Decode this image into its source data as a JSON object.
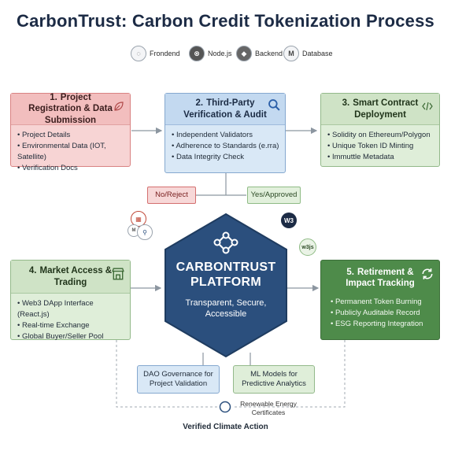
{
  "title": "CarbonTrust: Carbon Credit Tokenization Process",
  "legend": [
    {
      "icon": "frontend-icon",
      "label": "Frondend"
    },
    {
      "icon": "nodejs-icon",
      "label": "Node.js"
    },
    {
      "icon": "backend-icon",
      "label": "Backend"
    },
    {
      "icon": "database-icon",
      "label": "Database"
    }
  ],
  "steps": {
    "s1": {
      "num": "1.",
      "title": "Project Registration & Data Submission",
      "items": [
        "Project Details",
        "Environmental Data (IOT, Satellite)",
        "Verification Docs"
      ]
    },
    "s2": {
      "num": "2.",
      "title": "Third-Party Verification & Audit",
      "items": [
        "Independent Validators",
        "Adherence to Standards (e.rra)",
        "Data Integrity Check"
      ]
    },
    "s3": {
      "num": "3.",
      "title": "Smart Contract Deployment",
      "items": [
        "Solidity on Ethereum/Polygon",
        "Unique Token ID Minting",
        "Immuttle Metadata"
      ]
    },
    "s4": {
      "num": "4.",
      "title": "Market Access & Trading",
      "items": [
        "Web3 DApp Interface (React.js)",
        "Real-time Exchange",
        "Global Buyer/Seller Pool"
      ]
    },
    "s5": {
      "num": "5.",
      "title": "Retirement & Impact Tracking",
      "items": [
        "Permanent Token Burning",
        "Publicly Auditable Record",
        "ESG Reporting Integration"
      ]
    }
  },
  "decisions": {
    "reject": "No/Reject",
    "approve": "Yes/Approved"
  },
  "platform": {
    "title_line1": "CARBONTRUST",
    "title_line2": "PLATFORM",
    "subtitle": "Transparent, Secure, Accessible"
  },
  "badges": {
    "w3": "W3",
    "w3js": "w3js"
  },
  "bottom": {
    "dao": "DAO Governance for Project Validation",
    "ml": "ML Models for Predictive Analytics",
    "renewable": "Renewable Energy Certificates",
    "footer": "Verified Climate Action"
  },
  "colors": {
    "navy": "#2b4f7d",
    "red": "#f2bebe",
    "blue": "#c3d9f0",
    "green": "#cfe3c6",
    "dark_green": "#4e8b4a"
  }
}
